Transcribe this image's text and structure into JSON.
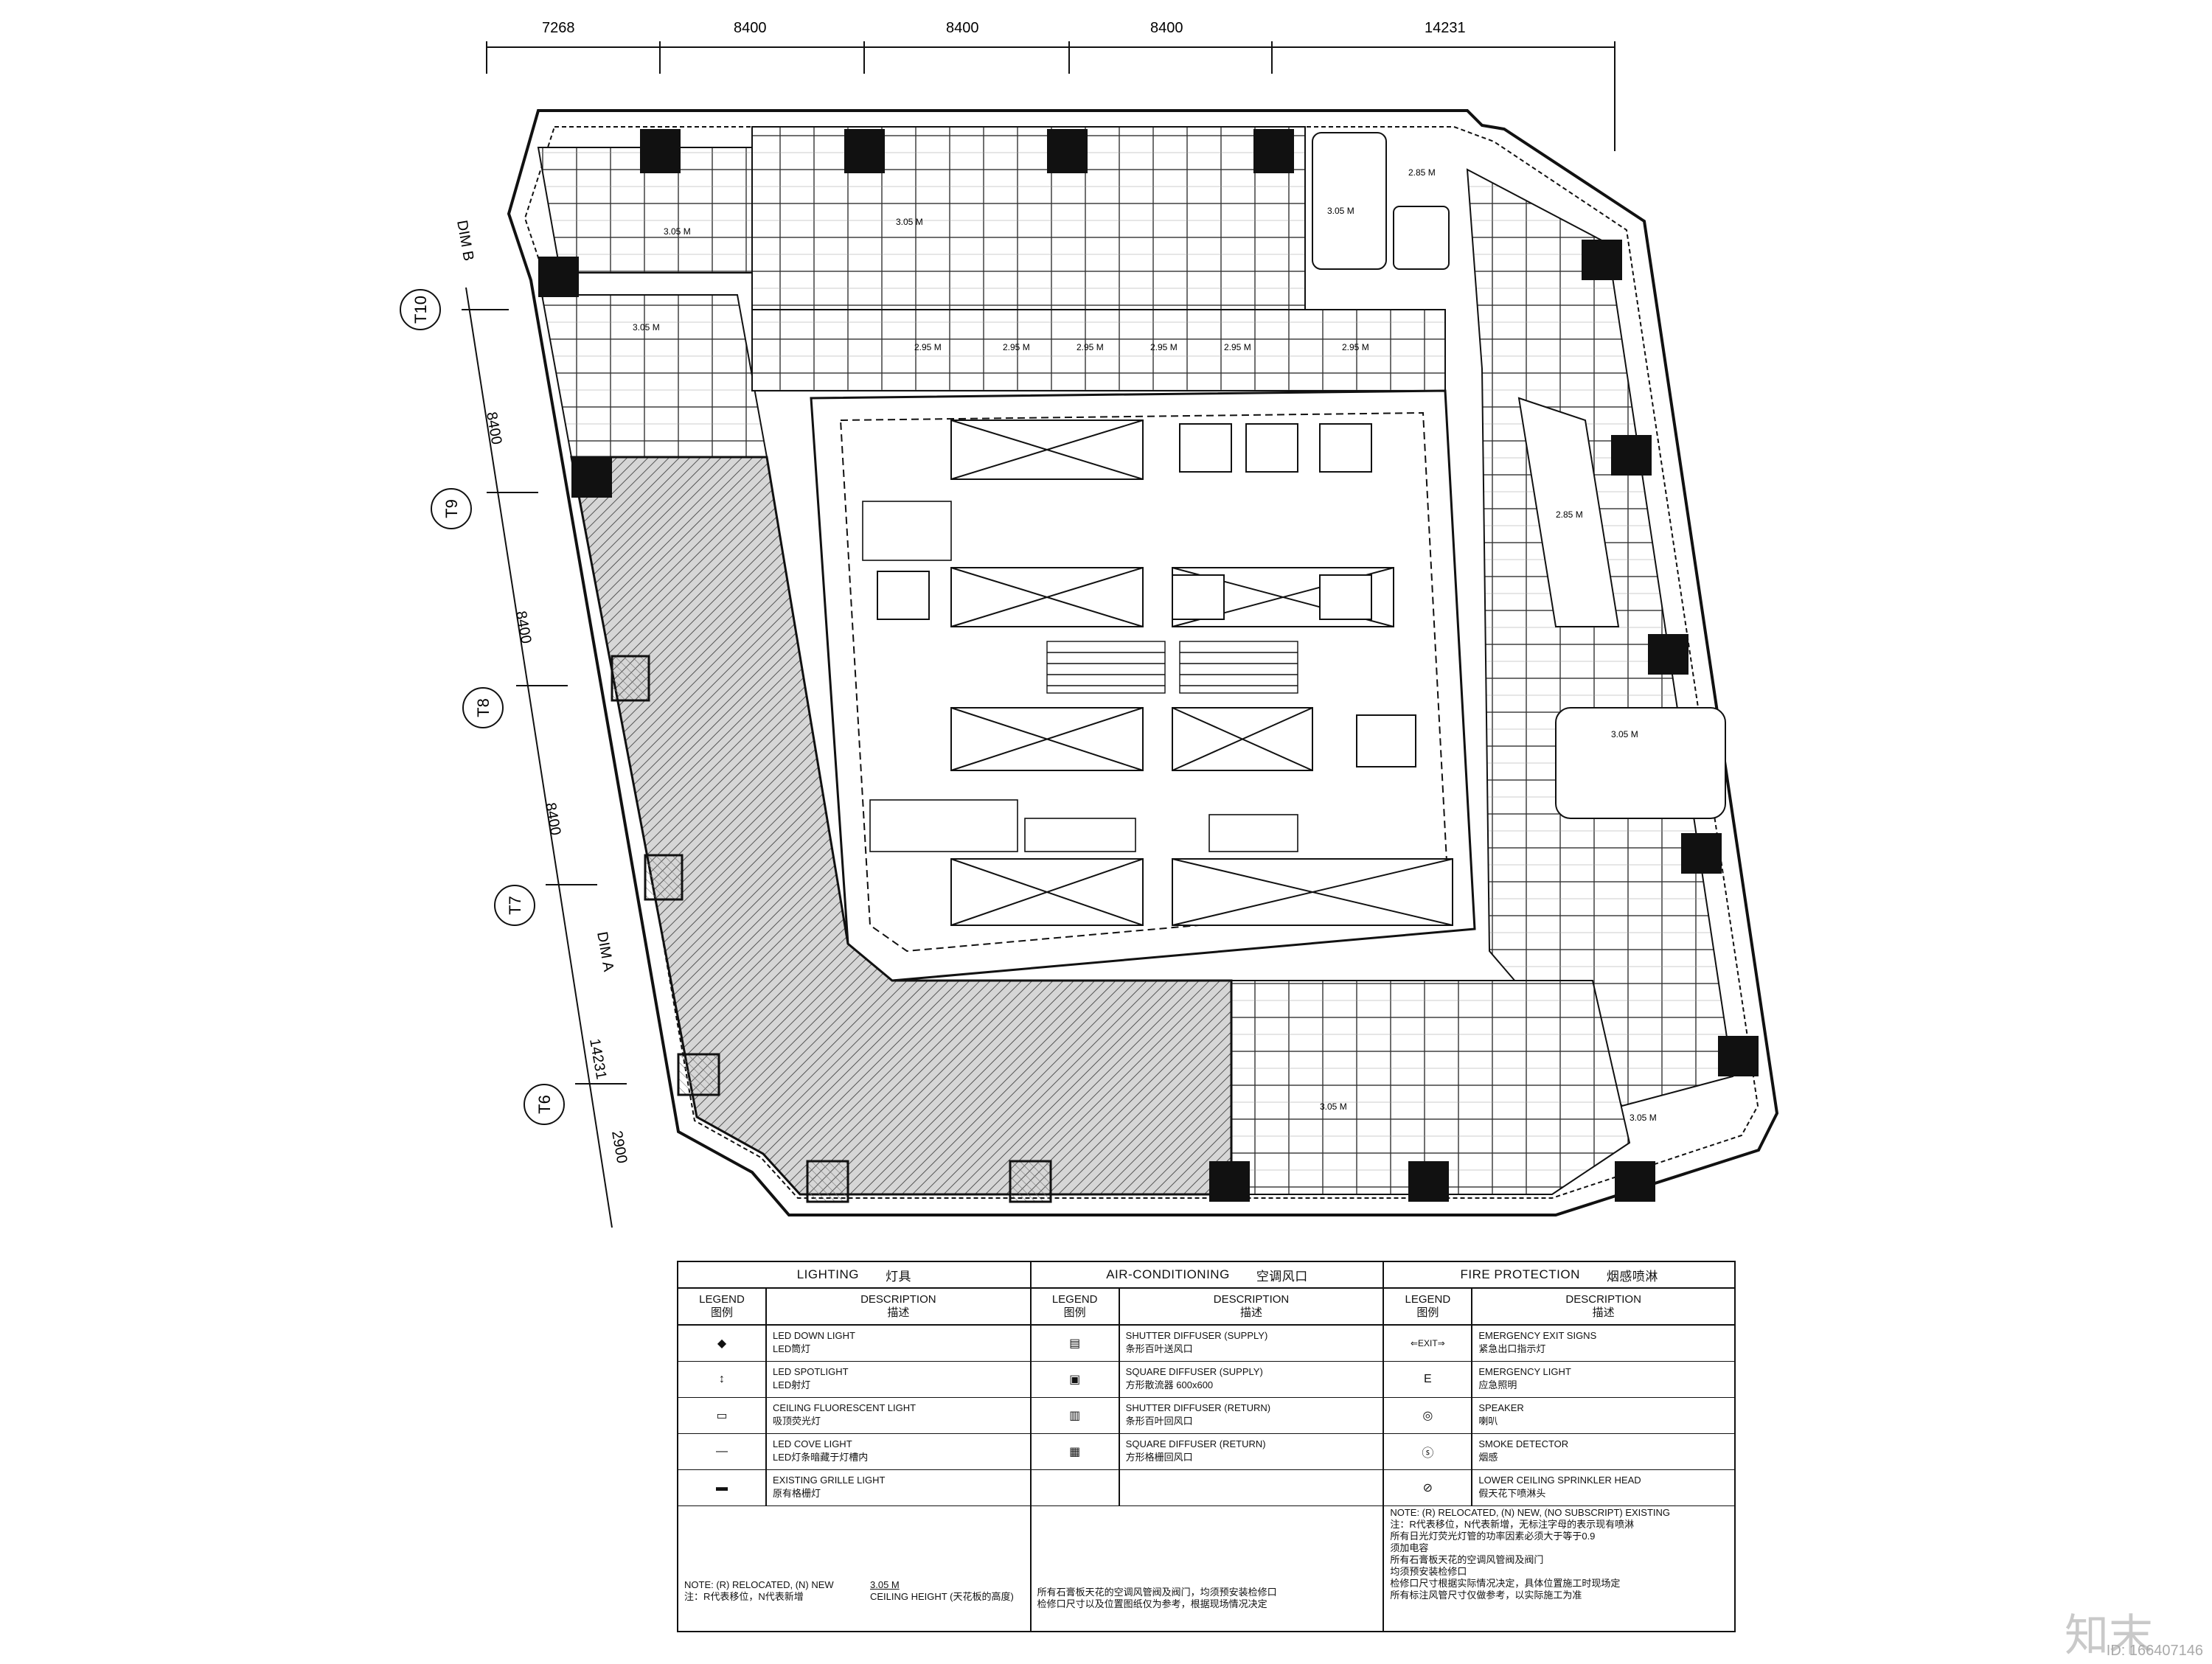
{
  "dimensions_top": [
    "7268",
    "8400",
    "8400",
    "8400",
    "14231"
  ],
  "dimensions_side": [
    "8400",
    "8400",
    "8400",
    "14231",
    "2900"
  ],
  "grid_axes": [
    "T10",
    "T9",
    "T8",
    "T7",
    "T6"
  ],
  "dim_labels": [
    "DIM B",
    "DIM A"
  ],
  "ceiling_heights": [
    "3.05 M",
    "2.95 M",
    "2.85 M"
  ],
  "legend": {
    "lighting": {
      "title_en": "LIGHTING",
      "title_cn": "灯具",
      "col_legend_en": "LEGEND",
      "col_legend_cn": "图例",
      "col_desc_en": "DESCRIPTION",
      "col_desc_cn": "描述",
      "items": [
        {
          "symbol": "◆",
          "en": "LED DOWN LIGHT",
          "cn": "LED筒灯"
        },
        {
          "symbol": "↕",
          "en": "LED SPOTLIGHT",
          "cn": "LED射灯"
        },
        {
          "symbol": "▭",
          "en": "CEILING FLUORESCENT LIGHT",
          "cn": "吸顶荧光灯"
        },
        {
          "symbol": "—",
          "en": "LED COVE LIGHT",
          "cn": "LED灯条暗藏于灯槽内"
        },
        {
          "symbol": "▬",
          "en": "EXISTING GRILLE LIGHT",
          "cn": "原有格栅灯"
        }
      ],
      "note_1": "NOTE: (R) RELOCATED, (N) NEW",
      "note_2": "注：R代表移位，N代表新增",
      "ceiling_height_value": "3.05 M",
      "ceiling_height_label": "CEILING HEIGHT (天花板的高度)"
    },
    "air_conditioning": {
      "title_en": "AIR-CONDITIONING",
      "title_cn": "空调风口",
      "col_legend_en": "LEGEND",
      "col_legend_cn": "图例",
      "col_desc_en": "DESCRIPTION",
      "col_desc_cn": "描述",
      "items": [
        {
          "symbol": "▤",
          "en": "SHUTTER DIFFUSER (SUPPLY)",
          "cn": "条形百叶送风口"
        },
        {
          "symbol": "▣",
          "en": "SQUARE DIFFUSER (SUPPLY)",
          "cn": "方形散流器 600x600"
        },
        {
          "symbol": "▥",
          "en": "SHUTTER DIFFUSER (RETURN)",
          "cn": "条形百叶回风口"
        },
        {
          "symbol": "▦",
          "en": "SQUARE DIFFUSER (RETURN)",
          "cn": "方形格栅回风口"
        }
      ],
      "note_1": "所有石膏板天花的空调风管阀及阀门，均须预安装检修口",
      "note_2": "检修口尺寸以及位置图纸仅为参考，根据现场情况决定"
    },
    "fire_protection": {
      "title_en": "FIRE PROTECTION",
      "title_cn": "烟感喷淋",
      "col_legend_en": "LEGEND",
      "col_legend_cn": "图例",
      "col_desc_en": "DESCRIPTION",
      "col_desc_cn": "描述",
      "items": [
        {
          "symbol": "⇐EXIT⇒",
          "en": "EMERGENCY EXIT SIGNS",
          "cn": "紧急出口指示灯"
        },
        {
          "symbol": "E",
          "en": "EMERGENCY LIGHT",
          "cn": "应急照明"
        },
        {
          "symbol": "◎",
          "en": "SPEAKER",
          "cn": "喇叭"
        },
        {
          "symbol": "ⓢ",
          "en": "SMOKE DETECTOR",
          "cn": "烟感"
        },
        {
          "symbol": "⊘",
          "en": "LOWER CEILING SPRINKLER HEAD",
          "cn": "假天花下喷淋头"
        }
      ],
      "note_1": "NOTE: (R) RELOCATED, (N) NEW, (NO SUBSCRIPT) EXISTING",
      "note_2": "注：R代表移位，N代表新增，无标注字母的表示现有喷淋",
      "note_3": "所有日光灯荧光灯管的功率因素必须大于等于0.9",
      "note_4": "须加电容",
      "note_5": "所有石膏板天花的空调风管阀及阀门",
      "note_6": "均须预安装检修口",
      "note_7": "检修口尺寸根据实际情况决定，具体位置施工时现场定",
      "note_8": "所有标注风管尺寸仅做参考，以实际施工为准"
    }
  },
  "watermark": "知末",
  "watermark_id": "ID: 166407146"
}
